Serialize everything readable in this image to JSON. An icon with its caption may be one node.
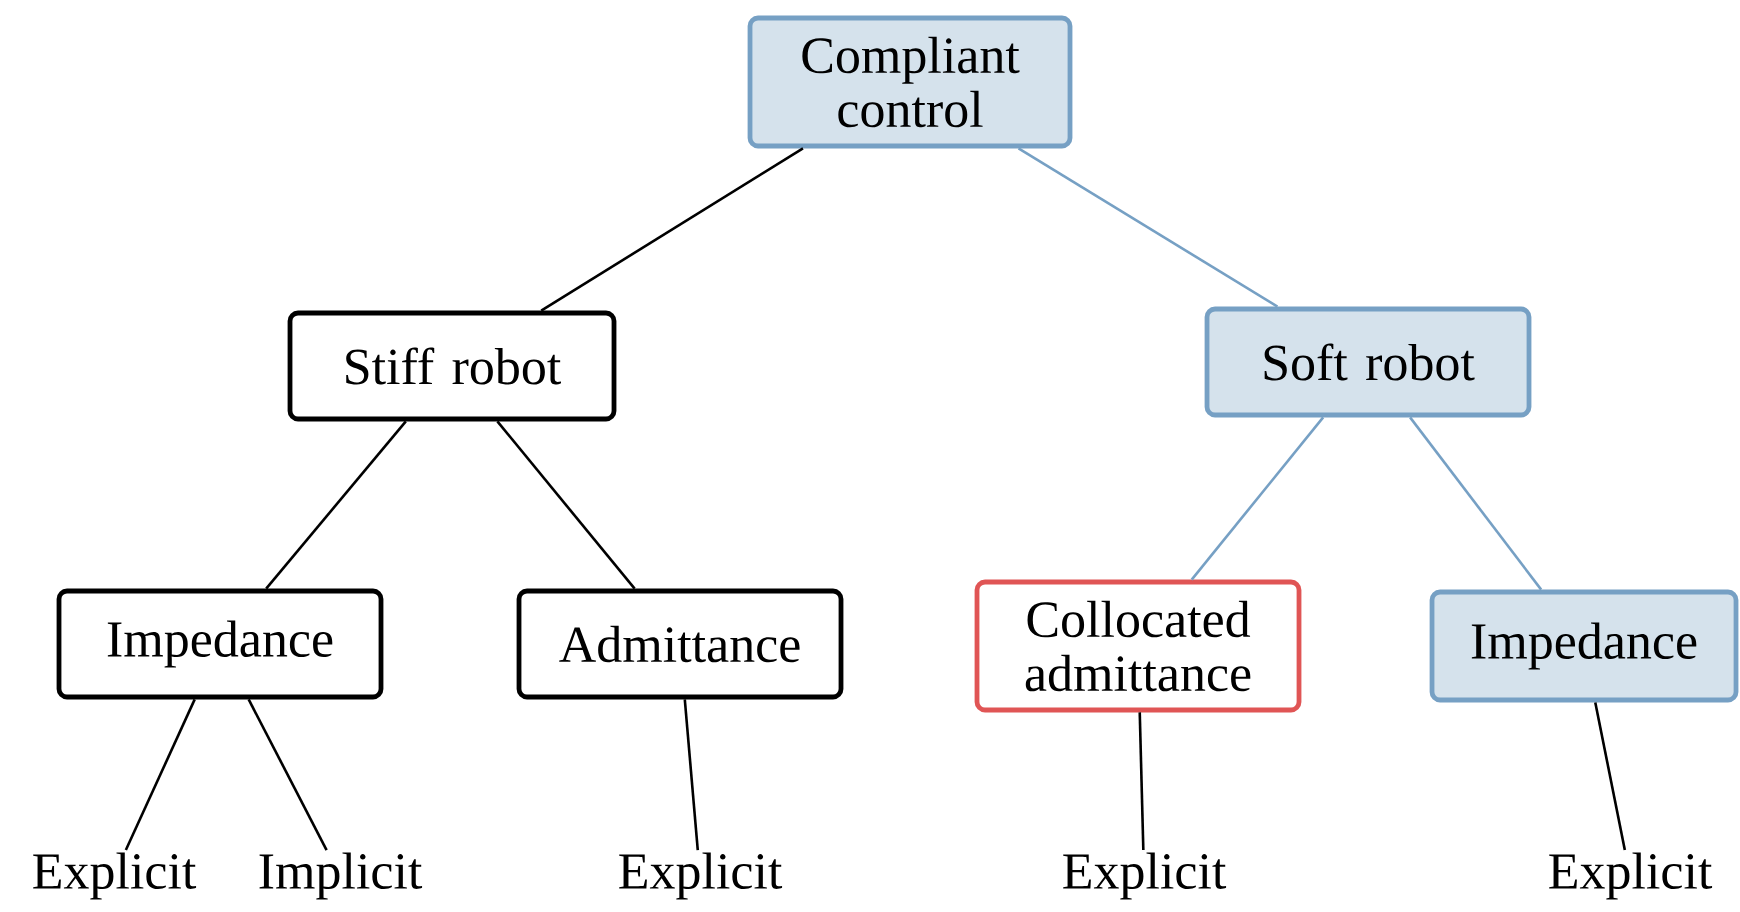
{
  "diagram": {
    "nodes": [
      {
        "text": [
          "Compliant control"
        ]
      },
      {
        "text": [
          "Stiff robot"
        ]
      },
      {
        "text": [
          "Soft robot"
        ]
      },
      {
        "text": [
          "Impedance"
        ]
      },
      {
        "text": [
          "Admittance"
        ]
      },
      {
        "text": [
          "Collocated admittance"
        ]
      },
      {
        "text": [
          "Impedance"
        ]
      },
      {
        "text": [
          "Explicit"
        ]
      },
      {
        "text": [
          "Implicit"
        ]
      },
      {
        "text": [
          "Explicit"
        ]
      },
      {
        "text": [
          "Explicit"
        ]
      },
      {
        "text": [
          "Explicit"
        ]
      }
    ],
    "edges": [
      {
        "from": 0,
        "to": 1,
        "arrow": "none"
      },
      {
        "from": 0,
        "to": 2,
        "arrow": "none",
        "color": "#76a0c4"
      },
      {
        "from": 1,
        "to": 3,
        "arrow": "none"
      },
      {
        "from": 1,
        "to": 4,
        "arrow": "none"
      },
      {
        "from": 2,
        "to": 5,
        "arrow": "none",
        "color": "#76a0c4"
      },
      {
        "from": 2,
        "to": 6,
        "arrow": "none",
        "color": "#76a0c4"
      },
      {
        "from": 3,
        "to": 7,
        "arrow": "none"
      },
      {
        "from": 3,
        "to": 8,
        "arrow": "none"
      },
      {
        "from": 4,
        "to": 9,
        "arrow": "none"
      },
      {
        "from": 5,
        "to": 10,
        "arrow": "none"
      },
      {
        "from": 6,
        "to": 11,
        "arrow": "none"
      }
    ]
  }
}
